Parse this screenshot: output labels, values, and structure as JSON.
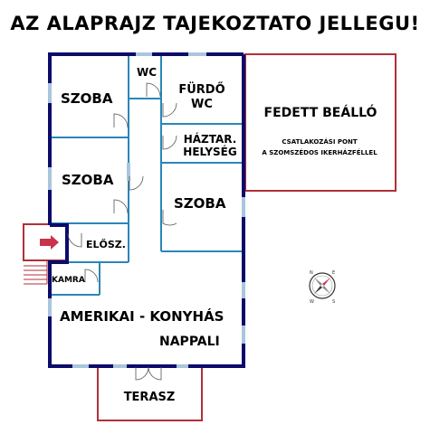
{
  "header": {
    "title": "AZ ALAPRAJZ TAJEKOZTATO JELLEGU!"
  },
  "rooms": {
    "szoba_1": "SZOBA",
    "wc": "WC",
    "furdo_line1": "FÜRDŐ",
    "furdo_line2": "WC",
    "haztar_line1": "HÁZTAR.",
    "haztar_line2": "HELYSÉG",
    "szoba_2": "SZOBA",
    "szoba_3": "SZOBA",
    "eloszoba": "ELŐSZ.",
    "kamra": "KAMRA",
    "nappali_line1": "AMERIKAI - KONYHÁS",
    "nappali_line2": "NAPPALI",
    "terasz": "TERASZ",
    "fedett_beallo": "FEDETT BEÁLLÓ",
    "note_line1": "CSATLAKOZÁSI PONT",
    "note_line2": "A SZOMSZÉDOS IKERHÁZFÉLLEL"
  },
  "colors": {
    "outer_wall": "#0b0b6b",
    "inner_wall": "#2a86b8",
    "window": "#aac6dc",
    "red_outline": "#b0303a",
    "entrance_arrow": "#c8344a"
  },
  "icons": {
    "compass": "compass-icon",
    "entrance": "entrance-arrow-icon"
  }
}
